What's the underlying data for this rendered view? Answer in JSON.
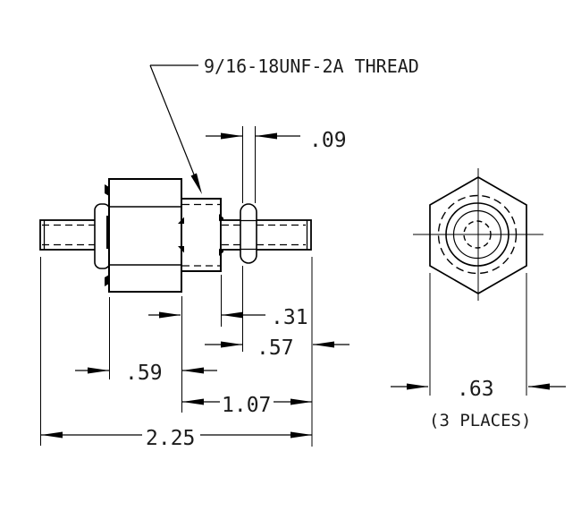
{
  "drawing": {
    "type": "engineering-detail-drawing",
    "callout": {
      "thread_label": "9/16-18UNF-2A THREAD"
    },
    "dimensions": {
      "washer_thickness": ".09",
      "boss_length": ".31",
      "stud_length": ".57",
      "hex_width": ".59",
      "right_length": "1.07",
      "overall_length": "2.25",
      "hex_across_flats": ".63",
      "places_note": "(3 PLACES)"
    },
    "colors": {
      "line": "#000000",
      "text": "#1c1c1c",
      "background": "#ffffff"
    }
  }
}
